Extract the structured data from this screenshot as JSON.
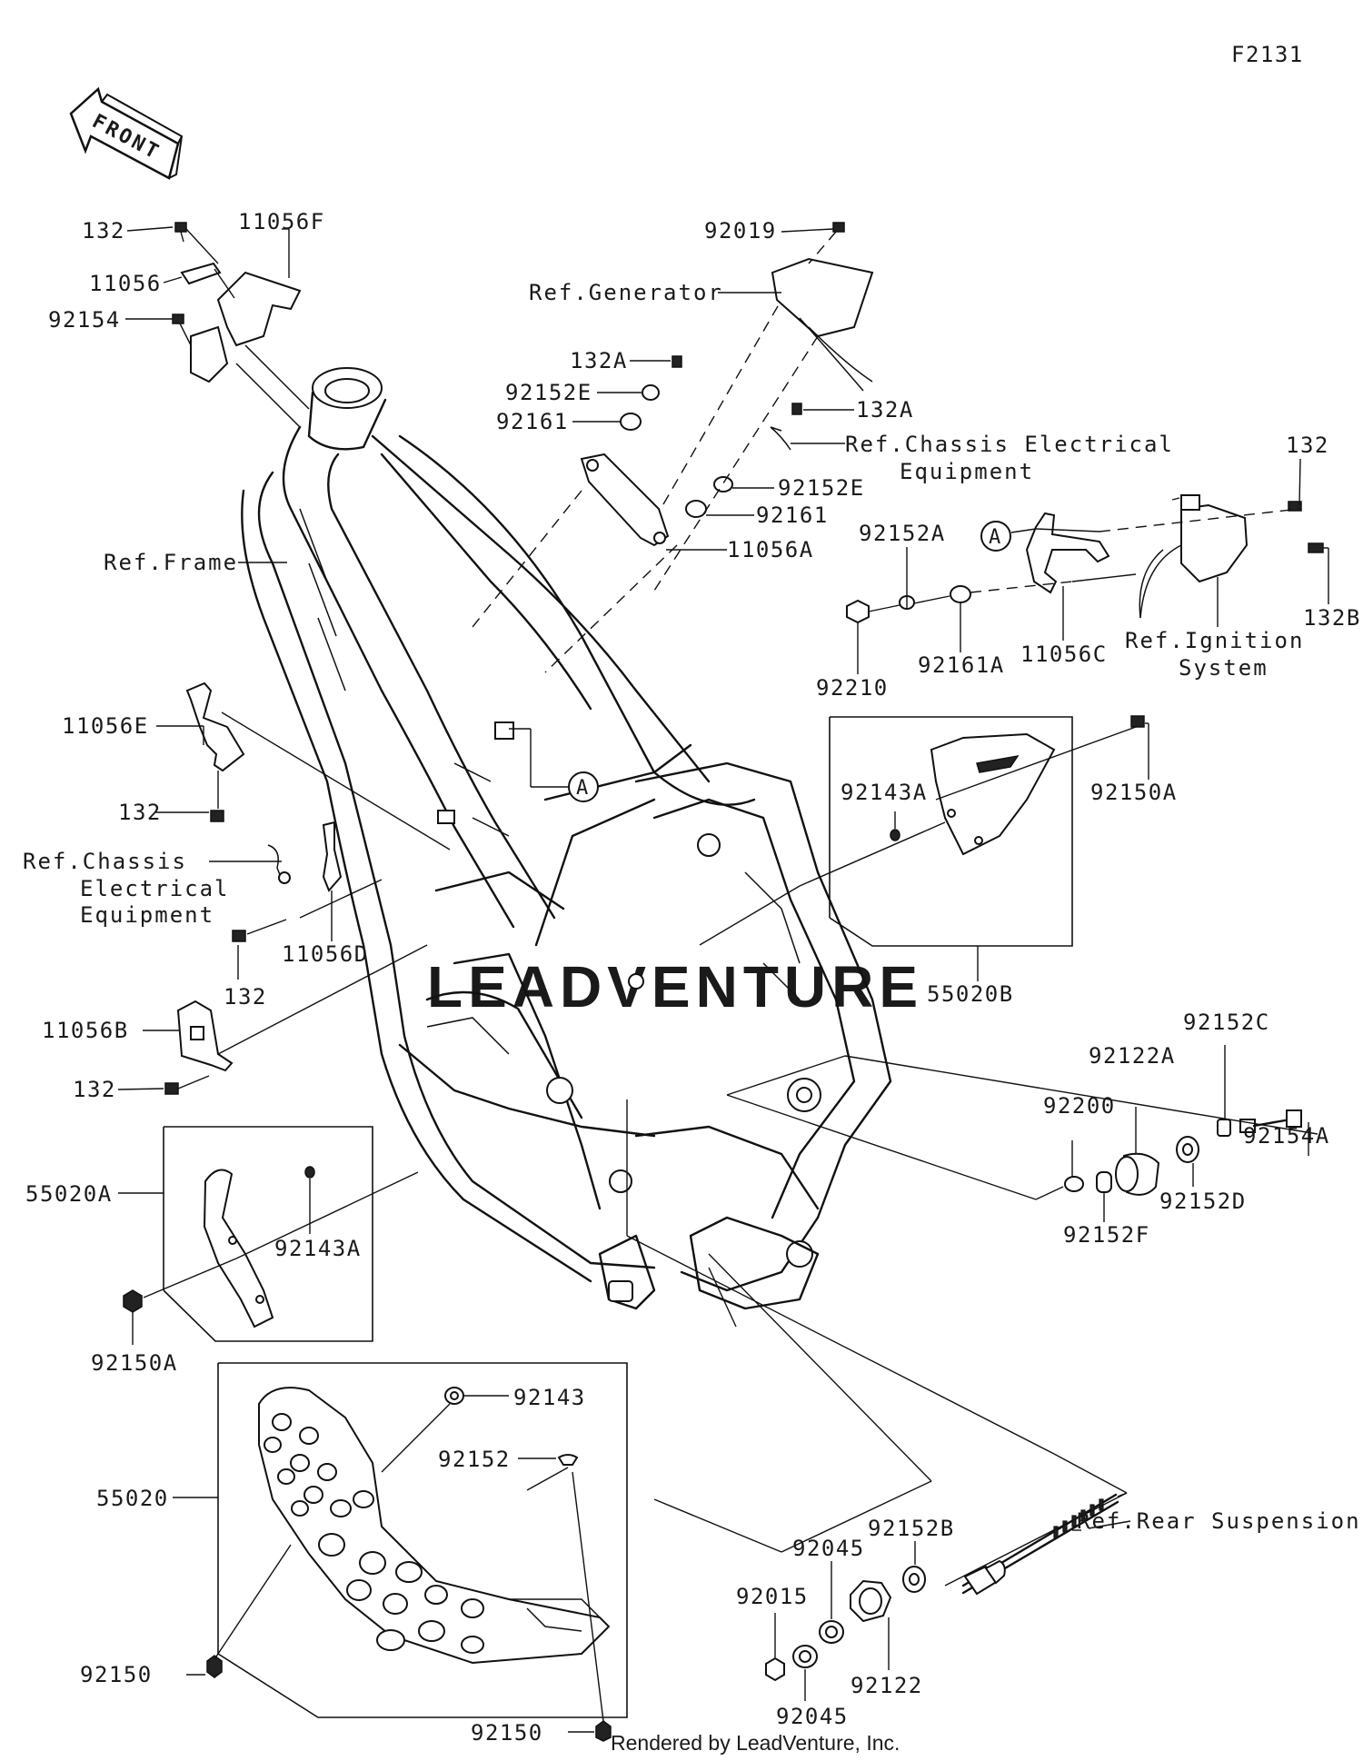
{
  "diagram_id": "F2131",
  "front_arrow": "FRONT",
  "watermark": "LEADVENTURE",
  "footer": "Rendered by LeadVenture, Inc.",
  "callout_a": "A",
  "labels": {
    "l132_a": "132",
    "l11056f": "11056F",
    "l11056": "11056",
    "l92154": "92154",
    "l92019": "92019",
    "ref_generator": "Ref.Generator",
    "l132a_a": "132A",
    "l92152e_a": "92152E",
    "l92161_a": "92161",
    "l132a_b": "132A",
    "ref_chassis_right_1": "Ref.Chassis Electrical",
    "ref_chassis_right_2": "Equipment",
    "l92152e_b": "92152E",
    "l92161_b": "92161",
    "l11056a": "11056A",
    "ref_frame": "Ref.Frame",
    "l132_b": "132",
    "l92152a": "92152A",
    "l92210": "92210",
    "l92161a": "92161A",
    "l11056c": "11056C",
    "ref_ignition_1": "Ref.Ignition",
    "ref_ignition_2": "System",
    "l132b": "132B",
    "l11056e": "11056E",
    "l132_c": "132",
    "ref_chassis_left_1": "Ref.Chassis",
    "ref_chassis_left_2": "Electrical",
    "ref_chassis_left_3": "Equipment",
    "l11056d": "11056D",
    "l132_d": "132",
    "l11056b": "11056B",
    "l132_e": "132",
    "l92143a_a": "92143A",
    "l92150a_a": "92150A",
    "l55020b": "55020B",
    "l92152c": "92152C",
    "l92122a": "92122A",
    "l92200": "92200",
    "l92154a": "92154A",
    "l92152d": "92152D",
    "l92152f": "92152F",
    "l55020a": "55020A",
    "l92143a_b": "92143A",
    "l92150a_b": "92150A",
    "l92143": "92143",
    "l92152": "92152",
    "l55020": "55020",
    "l92150_a": "92150",
    "l92150_b": "92150",
    "l92152b": "92152B",
    "ref_rear_susp": "Ref.Rear Suspension",
    "l92045_a": "92045",
    "l92015": "92015",
    "l92122": "92122",
    "l92045_b": "92045"
  }
}
